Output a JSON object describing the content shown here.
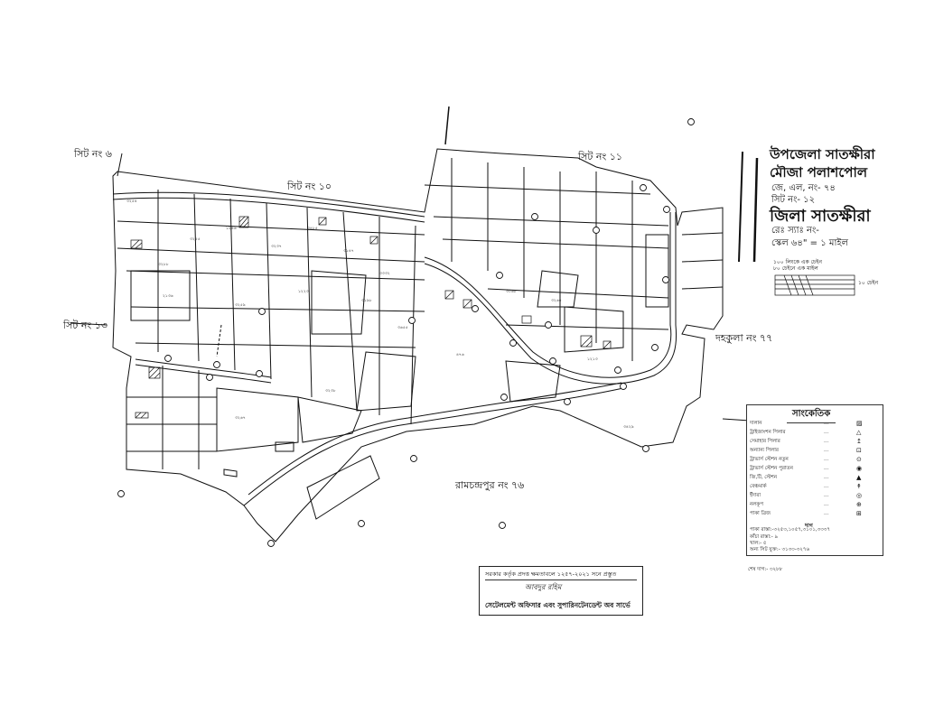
{
  "title_block": {
    "upazila": "উপজেলা সাতক্ষীরা",
    "mouza": "মৌজা পলাশপোল",
    "jl_no": "জে, এল, নং- ৭৪",
    "sheet_no": "সিট নং- ১২",
    "district": "জিলা সাতক্ষীরা",
    "rs_no": "রেঃ স্যাঃ নং-",
    "scale": "স্কেল ৬৪\" = ১ মাইল",
    "scale_note_1": "১০০ লিংকে এক চেইন",
    "scale_note_2": "৮০ চেইনে এক মাইল",
    "scale_bar_end": "১০ চেইন"
  },
  "sheet_refs": {
    "sheet6": "সিট নং ৬",
    "sheet10": "সিট নং ১০",
    "sheet11": "সিট নং ১১",
    "sheet13": "সিট নং ১৩",
    "dahakula": "দহকুলা নং ৭৭",
    "ramchandrapur": "রামচন্দ্রপুর নং ৭৬"
  },
  "legend": {
    "title": "সাংকেতিক",
    "items": [
      {
        "label": "দালান",
        "symbol": "▨"
      },
      {
        "label": "ট্রাইজাংশন পিলার",
        "symbol": "△"
      },
      {
        "label": "সেমাহার পিলার",
        "symbol": "↥"
      },
      {
        "label": "অন্যান্য পিলার",
        "symbol": "⊡"
      },
      {
        "label": "ট্রাভার্স স্টেশন নতুন",
        "symbol": "⊙"
      },
      {
        "label": "ট্রাভার্স স্টেশন পুরাতন",
        "symbol": "◉"
      },
      {
        "label": "জি,টি, স্টেশন",
        "symbol": "▲"
      },
      {
        "label": "বেঞ্চমার্ক",
        "symbol": "↟"
      },
      {
        "label": "ইঁদারা",
        "symbol": "◎"
      },
      {
        "label": "নলকূপ",
        "symbol": "⊕"
      },
      {
        "label": "পাকা ব্রিজ",
        "symbol": "⊞"
      }
    ],
    "subhead": "দাগ",
    "paka_rasta": "পাকা রাস্তা:-৩২৫৩,১০৫৭,৩১০১,৩৩৩৭",
    "kacha_rasta": "কাঁচা রাস্তা:- ৯",
    "khal": "খাল:- ৫",
    "other_sheet": "অন্য সিট যুক্ত:- ৩১৩৩-৩২৭৬",
    "last_plot": "শেষ দাগ:- ৩২৮৮"
  },
  "certification": {
    "line1": "সরকার কর্তৃক প্রদত্ত ক্ষমতাবলে ১২৫৭-২০২১ সনে প্রস্তুত",
    "signature": "আবদুর রহিম",
    "line3": "সেটেলমেন্ট অফিসার এবং সুপারিনটেনডেন্ট অব সার্ভে"
  },
  "plot_numbers": [
    "৩২৫৪",
    "৩২৮৮",
    "৩২৫৫",
    "১২৪৬",
    "৩২৩৭",
    "৩৪৮৫",
    "৩১৪৭",
    "৩৩৩২",
    "২১৩৬",
    "৩২৫৯",
    "১২২৩",
    "৩১৯৮",
    "৩৬৫৫",
    "৪৭৬",
    "৩০৬৮",
    "৩২৬৫",
    "১২১৩",
    "৩৪২৯",
    "৩২৬৭",
    "৩২৩৮"
  ]
}
